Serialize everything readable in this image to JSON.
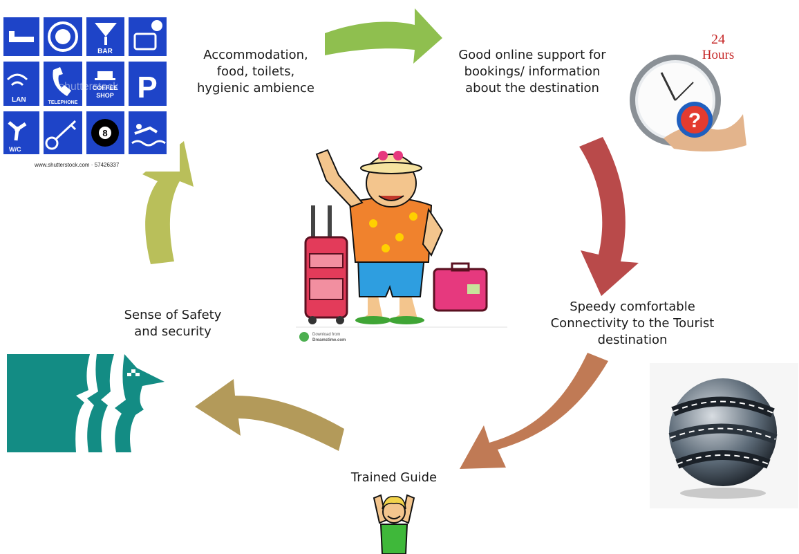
{
  "colors": {
    "arrow_top": "#8fbf4f",
    "arrow_right": "#b94a4a",
    "arrow_bottom_right": "#c07a55",
    "arrow_bottom_left": "#b39a5a",
    "arrow_left": "#b9bf5a",
    "sign_blue": "#1e44c8",
    "people_teal": "#138c84"
  },
  "nodes": {
    "accommodation": {
      "text": "Accommodation,\nfood, toilets,\nhygienic ambience",
      "image": "amenity-signs"
    },
    "online_support": {
      "text": "Good online support for\nbookings/ information\nabout the destination",
      "image": "clock-24-hours"
    },
    "connectivity": {
      "text": "Speedy comfortable\nConnectivity to the Tourist\ndestination",
      "image": "globe"
    },
    "guide": {
      "text": "Trained Guide",
      "image": "cheering-boy"
    },
    "safety": {
      "text": "Sense of Safety\nand security",
      "image": "security-silhouettes"
    }
  },
  "center": {
    "image": "tourist-cartoon"
  },
  "signs": {
    "bar": "BAR",
    "lan": "LAN",
    "telephone": "TELEPHONE",
    "coffee": "COFFEE\nSHOP",
    "parking": "P",
    "ball": "8",
    "wc": "W/C",
    "watermark": "shutterstock",
    "credit": "www.shutterstock.com · 57426337"
  },
  "clock": {
    "number": "24",
    "unit": "Hours",
    "symbol": "?"
  },
  "tourist": {
    "download_from": "Download from",
    "site": "Dreamstime.com"
  }
}
